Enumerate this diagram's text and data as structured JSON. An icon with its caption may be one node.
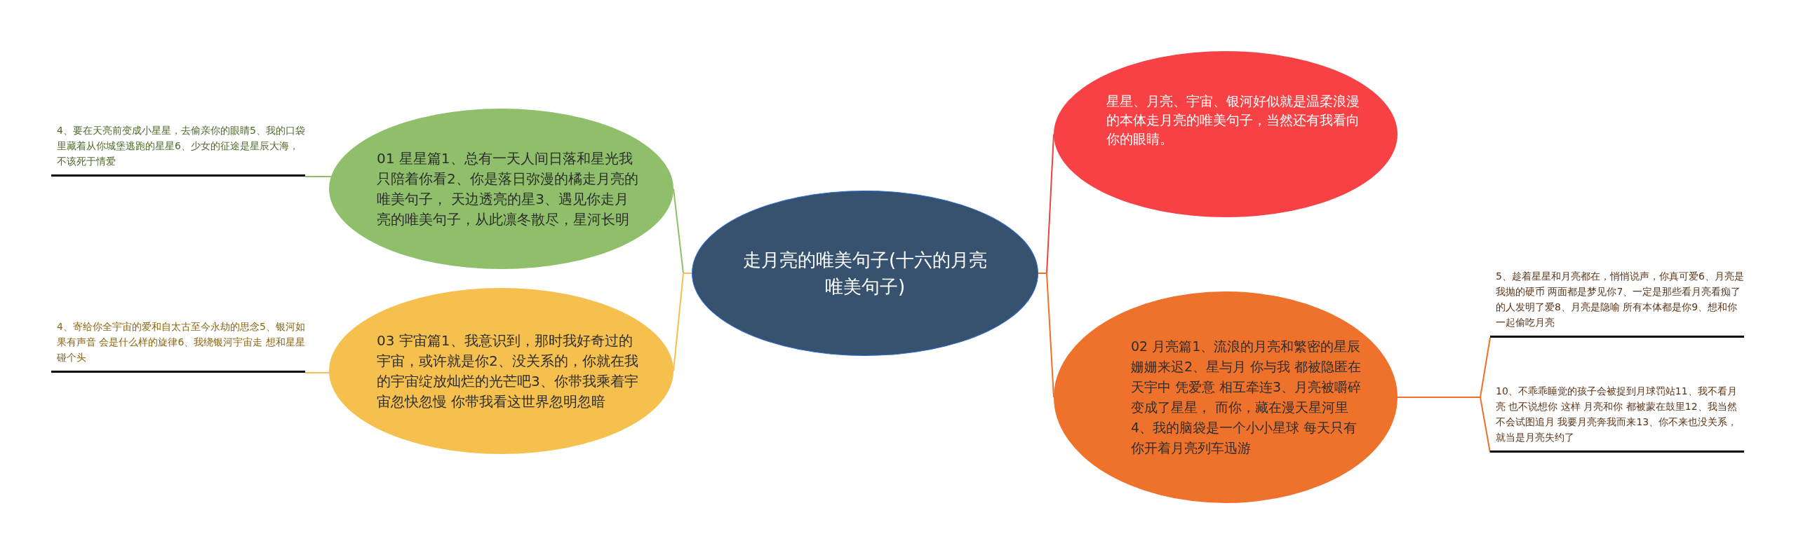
{
  "diagram": {
    "nodes": [
      {
        "text": [
          "走月亮的唯美句子(十六的月亮唯美句子)"
        ]
      },
      {
        "text": [
          "01 星星篇1、总有一天人间日落和星光我只陪着你看2、你是落日弥漫的橘走月亮的唯美句子， 天边透亮的星3、遇见你走月亮的唯美句子，从此凛冬散尽，星河长明"
        ]
      },
      {
        "text": [
          "03 宇宙篇1、我意识到，那时我好奇过的宇宙，或许就是你2、没关系的，你就在我的宇宙绽放灿烂的光芒吧3、你带我乘着宇宙忽快忽慢 你带我看这世界忽明忽暗"
        ]
      },
      {
        "text": [
          "星星、月亮、宇宙、银河好似就是温柔浪漫的本体走月亮的唯美句子，当然还有我看向你的眼睛。"
        ]
      },
      {
        "text": [
          "02 月亮篇1、流浪的月亮和繁密的星辰姗姗来迟2、星与月 你与我 都被隐匿在天宇中 凭爱意 相互牵连3、月亮被嚼碎变成了星星， 而你，藏在漫天星河里4、我的脑袋是一个小小星球 每天只有你开着月亮列车迅游"
        ]
      },
      {
        "text": [
          "4、要在天亮前变成小星星，去偷亲你的眼睛5、我的口袋里藏着从你城堡逃跑的星星6、少女的征途是星辰大海，不该死于情爱"
        ]
      },
      {
        "text": [
          "4、寄给你全宇宙的爱和自太古至今永劫的思念5、银河如果有声音 会是什么样的旋律6、我绕银河宇宙走 想和星星碰个头"
        ]
      },
      {
        "text": [
          "5、趁着星星和月亮都在，悄悄说声，你真可爱6、月亮是我抛的硬币 两面都是梦见你7、一定是那些看月亮看痴了的人发明了爱8、月亮是隐喻 所有本体都是你9、想和你一起偷吃月亮"
        ]
      },
      {
        "text": [
          "10、不乖乖睡觉的孩子会被捉到月球罚站11、我不看月亮 也不说想你 这样 月亮和你 都被蒙在鼓里12、我当然不会试图追月 我要月亮奔我而来13、你不来也没关系，就当是月亮失约了"
        ]
      }
    ],
    "edges": [
      {
        "from": 0,
        "to": 1,
        "arrow": "none",
        "color": "#8fbf6a"
      },
      {
        "from": 0,
        "to": 2,
        "arrow": "none",
        "color": "#f5c04e"
      },
      {
        "from": 0,
        "to": 3,
        "arrow": "none",
        "color": "#e84545"
      },
      {
        "from": 0,
        "to": 4,
        "arrow": "none",
        "color": "#ee7029"
      },
      {
        "from": 1,
        "to": 5,
        "arrow": "none",
        "color": "#8fbf6a"
      },
      {
        "from": 2,
        "to": 6,
        "arrow": "none",
        "color": "#f5c04e"
      },
      {
        "from": 4,
        "to": 7,
        "arrow": "none",
        "color": "#ee7029"
      },
      {
        "from": 4,
        "to": 8,
        "arrow": "none",
        "color": "#ee7029"
      }
    ]
  }
}
